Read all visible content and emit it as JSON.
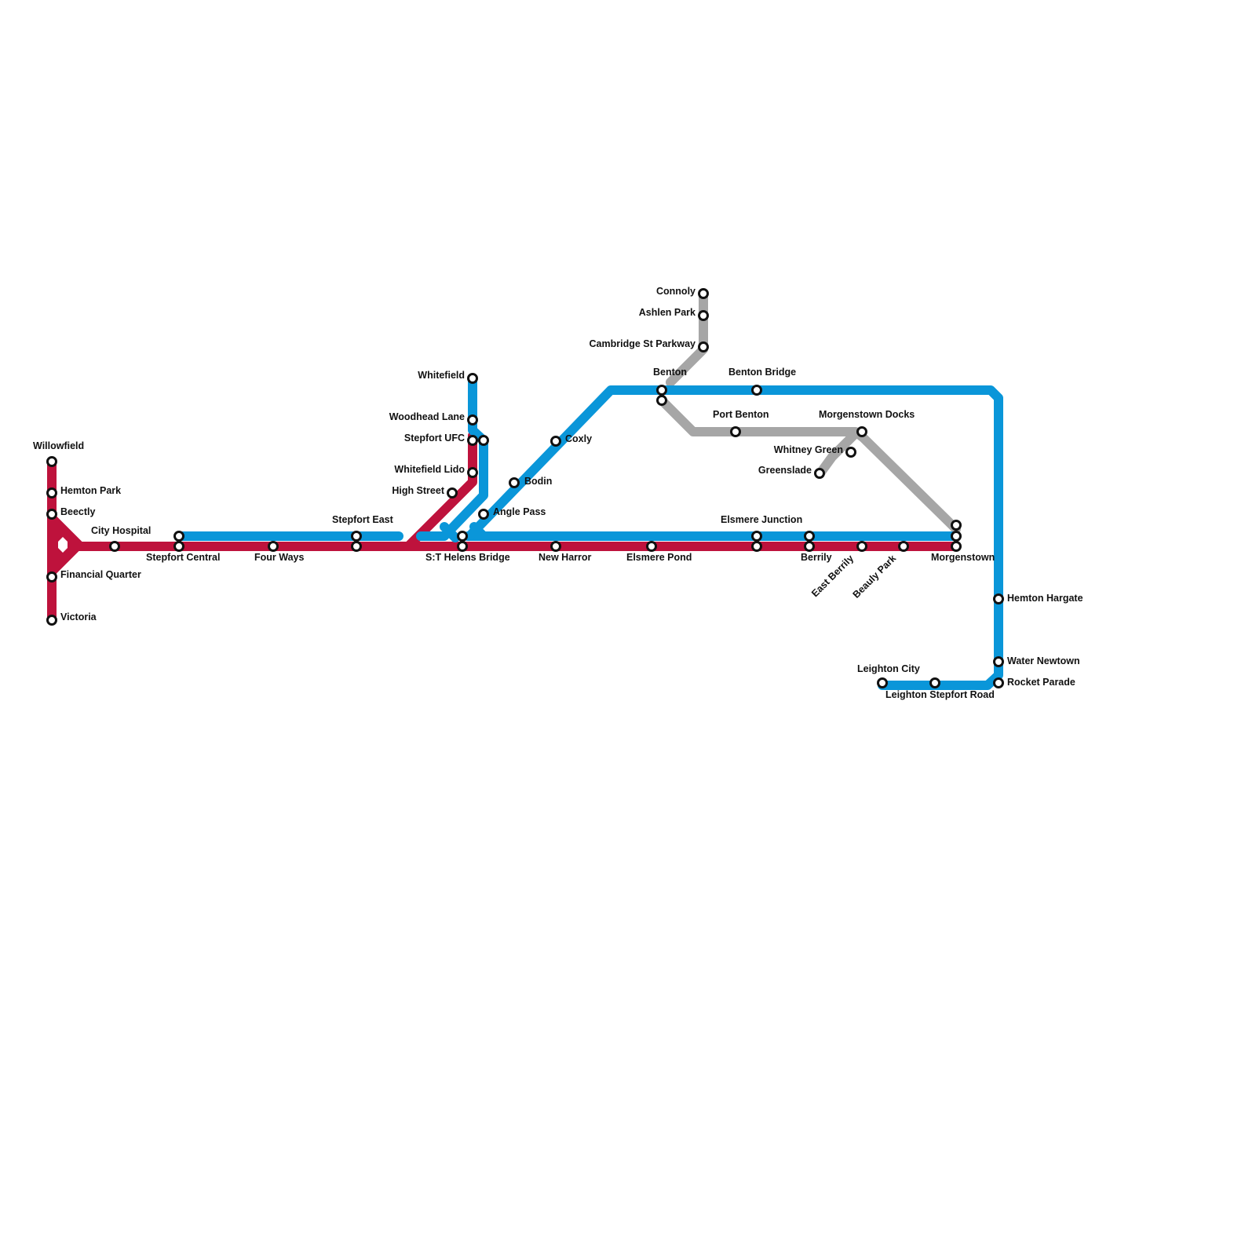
{
  "colors": {
    "red_line": "#BE123C",
    "blue_line": "#0A96D9",
    "grey_line": "#A6A6A6",
    "station_fill": "#FFFFFF",
    "station_stroke": "#111111",
    "label_text": "#111111"
  },
  "lines": [
    {
      "id": "red",
      "color": "#BE123C"
    },
    {
      "id": "blue",
      "color": "#0A96D9"
    },
    {
      "id": "grey",
      "color": "#A6A6A6"
    }
  ],
  "stations": [
    {
      "id": "willowfield",
      "name": "Willowfield"
    },
    {
      "id": "hemton-park",
      "name": "Hemton Park"
    },
    {
      "id": "beectly",
      "name": "Beectly"
    },
    {
      "id": "financial-quarter",
      "name": "Financial Quarter"
    },
    {
      "id": "victoria",
      "name": "Victoria"
    },
    {
      "id": "city-hospital",
      "name": "City Hospital"
    },
    {
      "id": "stepfort-central",
      "name": "Stepfort Central"
    },
    {
      "id": "four-ways",
      "name": "Four Ways"
    },
    {
      "id": "stepfort-east",
      "name": "Stepfort East"
    },
    {
      "id": "high-street",
      "name": "High Street"
    },
    {
      "id": "whitefield-lido",
      "name": "Whitefield Lido"
    },
    {
      "id": "stepfort-ufc",
      "name": "Stepfort UFC"
    },
    {
      "id": "woodhead-lane",
      "name": "Woodhead Lane"
    },
    {
      "id": "whitefield",
      "name": "Whitefield"
    },
    {
      "id": "st-helens-bridge",
      "name": "S:T Helens Bridge"
    },
    {
      "id": "angle-pass",
      "name": "Angle Pass"
    },
    {
      "id": "bodin",
      "name": "Bodin"
    },
    {
      "id": "coxly",
      "name": "Coxly"
    },
    {
      "id": "new-harror",
      "name": "New Harror"
    },
    {
      "id": "elsmere-pond",
      "name": "Elsmere Pond"
    },
    {
      "id": "elsmere-junction",
      "name": "Elsmere Junction"
    },
    {
      "id": "berrily",
      "name": "Berrily"
    },
    {
      "id": "east-berrily",
      "name": "East Berrily"
    },
    {
      "id": "beauly-park",
      "name": "Beauly Park"
    },
    {
      "id": "morgenstown",
      "name": "Morgenstown"
    },
    {
      "id": "benton",
      "name": "Benton"
    },
    {
      "id": "benton-bridge",
      "name": "Benton Bridge"
    },
    {
      "id": "port-benton",
      "name": "Port Benton"
    },
    {
      "id": "morgenstown-docks",
      "name": "Morgenstown Docks"
    },
    {
      "id": "whitney-green",
      "name": "Whitney Green"
    },
    {
      "id": "greenslade",
      "name": "Greenslade"
    },
    {
      "id": "connoly",
      "name": "Connoly"
    },
    {
      "id": "ashlen-park",
      "name": "Ashlen Park"
    },
    {
      "id": "cambridge-st-parkway",
      "name": "Cambridge St Parkway"
    },
    {
      "id": "hemton-hargate",
      "name": "Hemton Hargate"
    },
    {
      "id": "water-newtown",
      "name": "Water Newtown"
    },
    {
      "id": "rocket-parade",
      "name": "Rocket Parade"
    },
    {
      "id": "leighton-city",
      "name": "Leighton City"
    },
    {
      "id": "leighton-stepfort-road",
      "name": "Leighton Stepfort Road"
    }
  ]
}
